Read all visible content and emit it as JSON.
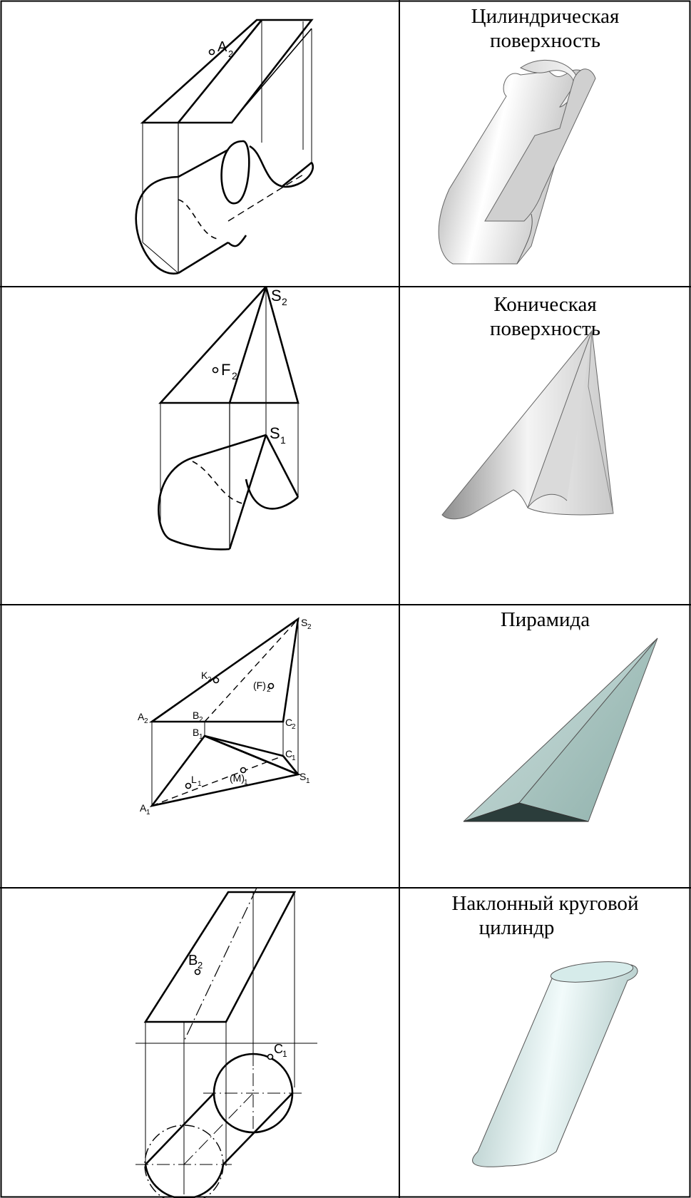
{
  "rows": [
    {
      "caption_line1": "Цилиндрическая",
      "caption_line2": "поверхность",
      "labels": {
        "a": "A",
        "a_sub": "2"
      }
    },
    {
      "caption_line1": "Коническая",
      "caption_line2": "поверхность",
      "labels": {
        "s2": "S",
        "s2_sub": "2",
        "f2": "F",
        "f2_sub": "2",
        "s1": "S",
        "s1_sub": "1"
      }
    },
    {
      "caption_line1": "Пирамида",
      "labels": {
        "s2": "S",
        "s2_sub": "2",
        "k2": "K",
        "k2_sub": "2",
        "f2": "(F)",
        "f2_sub": "2",
        "a2": "A",
        "a2_sub": "2",
        "b2": "B",
        "b2_sub": "2",
        "c2": "C",
        "c2_sub": "2",
        "b1": "B",
        "b1_sub": "1",
        "c1": "C",
        "c1_sub": "1",
        "l1": "L",
        "l1_sub": "1",
        "a1": "A",
        "a1_sub": "1",
        "m1": "(M)",
        "m1_sub": "1",
        "s1": "S",
        "s1_sub": "1"
      }
    },
    {
      "caption_line1": "Наклонный круговой",
      "caption_line2": "цилиндр",
      "labels": {
        "b2": "B",
        "b2_sub": "2",
        "c1": "C",
        "c1_sub": "1"
      }
    }
  ]
}
